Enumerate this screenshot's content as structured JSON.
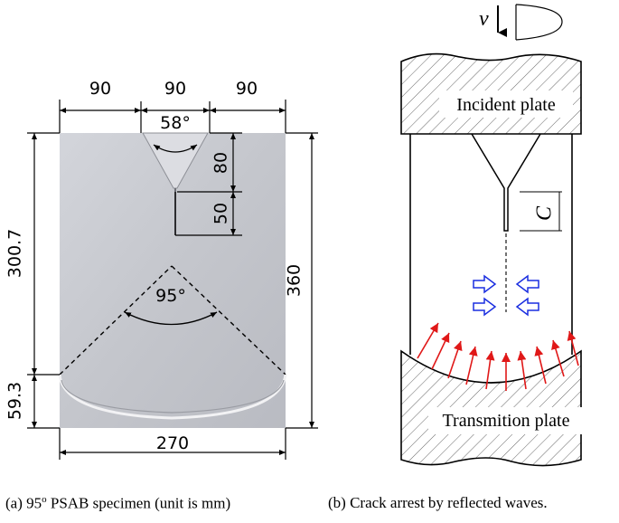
{
  "panel_a": {
    "dims": {
      "top_left": "90",
      "top_mid": "90",
      "top_right": "90",
      "notch_angle": "58°",
      "notch_depth": "80",
      "slit_depth": "50",
      "fan_angle": "95°",
      "left_upper": "300.7",
      "left_lower": "59.3",
      "right_total": "360",
      "bottom_width": "270"
    },
    "caption_pre": "(a) 95",
    "caption_sup": "o",
    "caption_post": " PSAB specimen (unit is mm)"
  },
  "panel_b": {
    "velocity_symbol": "v",
    "incident_label": "Incident plate",
    "transmission_label": "Transmition plate",
    "crack_symbol": "C",
    "caption": "(b) Crack arrest by reflected waves."
  },
  "colors": {
    "specimen_fill": "#c9cbd1",
    "reflected_arrows": "#e01818",
    "compression_arrows": "#1a2ee0",
    "line": "#000000"
  }
}
